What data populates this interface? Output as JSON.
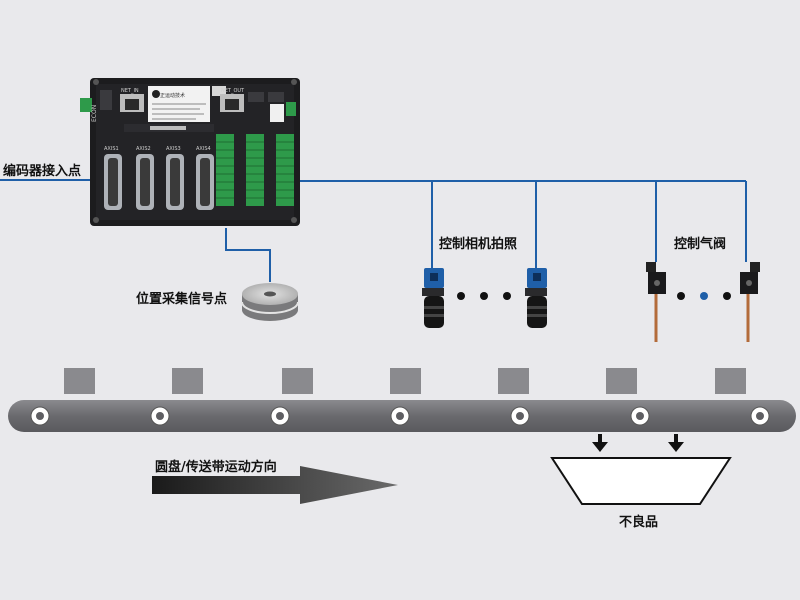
{
  "labels": {
    "encoder": "编码器接入点",
    "position": "位置采集信号点",
    "camera": "控制相机拍照",
    "valve": "控制气阀",
    "direction": "圆盘/传送带运动方向",
    "reject": "不良品"
  },
  "controller": {
    "net_in": "NET_IN",
    "net_out": "NET_OUT",
    "econ": "ECON",
    "axes": [
      "AXIS1",
      "AXIS2",
      "AXIS3",
      "AXIS4"
    ],
    "brand": "正运动技术"
  },
  "colors": {
    "signal_line": "#1f5fa8",
    "conveyor": "#6e6e72",
    "box": "#8a8a8e",
    "terminal": "#2e9a4a",
    "controller": "#1c1c1e"
  }
}
